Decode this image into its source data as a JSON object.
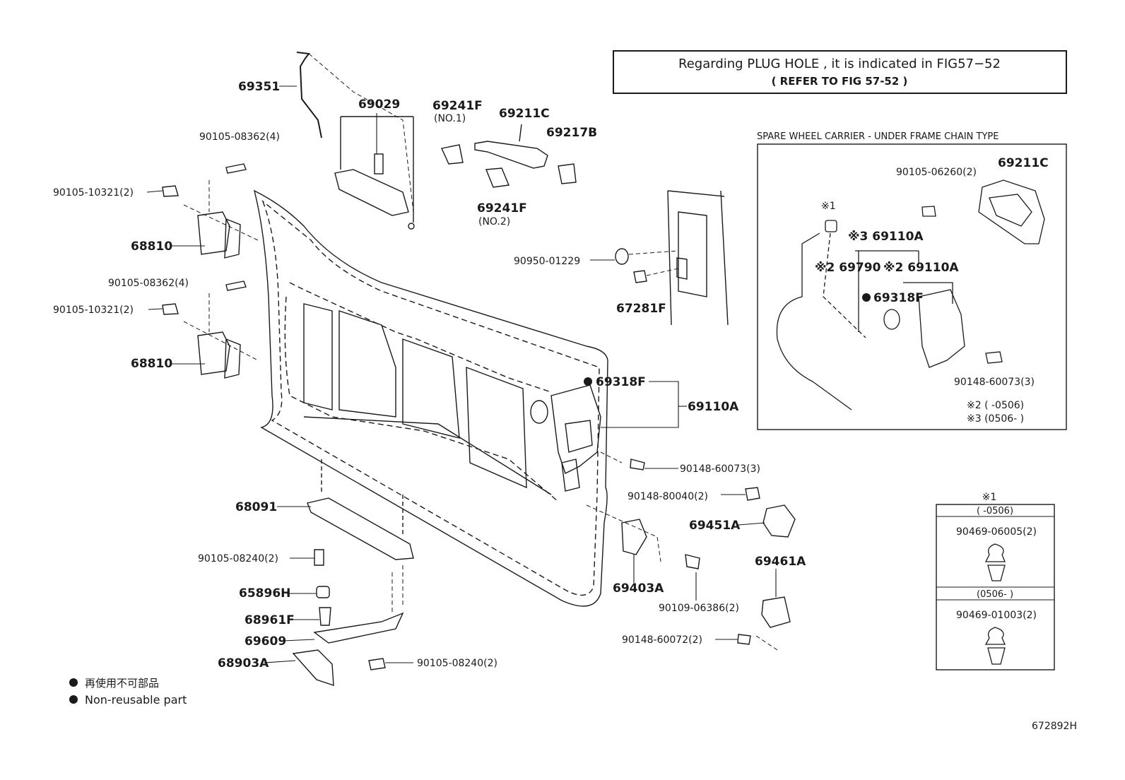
{
  "notice": {
    "line1": "Regarding  PLUG  HOLE  , it is  indicated  in  FIG57−52",
    "line2": "(     REFER  TO  FIG  57-52      )"
  },
  "parts": {
    "p69351": "69351",
    "p69029": "69029",
    "p69241F_1": "69241F",
    "no1": "(NO.1)",
    "p69211C": "69211C",
    "p69217B": "69217B",
    "p69241F_2": "69241F",
    "no2": "(NO.2)",
    "b90105_08362_a": "90105-08362(4)",
    "b90105_10321_a": "90105-10321(2)",
    "p68810_a": "68810",
    "b90105_08362_b": "90105-08362(4)",
    "b90105_10321_b": "90105-10321(2)",
    "p68810_b": "68810",
    "b90950_01229": "90950-01229",
    "p67281F": "67281F",
    "p69318F": "69318F",
    "p69110A": "69110A",
    "b90148_60073": "90148-60073(3)",
    "b90148_80040": "90148-80040(2)",
    "p69451A": "69451A",
    "p69403A": "69403A",
    "b90109_06386": "90109-06386(2)",
    "p69461A": "69461A",
    "b90148_60072": "90148-60072(2)",
    "p68091": "68091",
    "b90105_08240_a": "90105-08240(2)",
    "p65896H": "65896H",
    "p68961F": "68961F",
    "p69609": "69609",
    "p68903A": "68903A",
    "b90105_08240_b": "90105-08240(2)"
  },
  "inset": {
    "title": "SPARE WHEEL CARRIER - UNDER FRAME CHAIN TYPE",
    "p69211C": "69211C",
    "b90105_06260": "90105-06260(2)",
    "mark1": "※1",
    "p69110A_top": "※3 69110A",
    "p69790": "※2 69790",
    "p69110A_mid": "※2 69110A",
    "p69318F": "69318F",
    "b90148_60073": "90148-60073(3)",
    "note2": "※2 (        -0506)",
    "note3": "※3 (0506-        )"
  },
  "clip_table": {
    "mark": "※1",
    "range1": "(          -0506)",
    "part1": "90469-06005(2)",
    "range2": "(0506-          )",
    "part2": "90469-01003(2)"
  },
  "legend": {
    "jp": "再使用不可部品",
    "en": "Non-reusable part"
  },
  "figure_id": "672892H",
  "colors": {
    "ink": "#1a1a1a",
    "background": "#ffffff"
  }
}
